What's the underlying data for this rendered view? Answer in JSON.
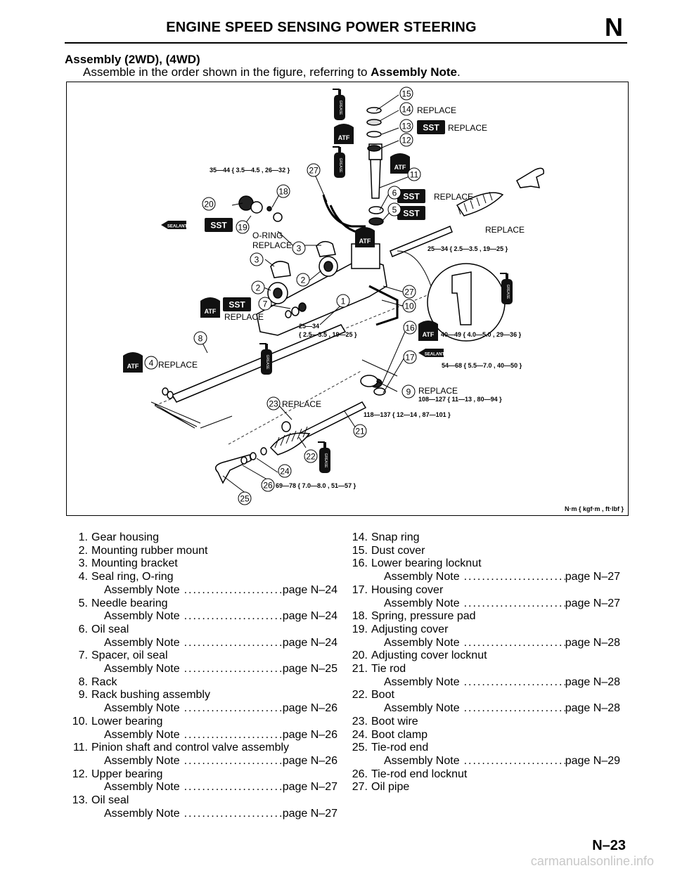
{
  "header": {
    "title": "ENGINE SPEED SENSING POWER STEERING",
    "letter": "N"
  },
  "section": {
    "title": "Assembly (2WD), (4WD)",
    "intro_prefix": "Assemble in the order shown in the figure, referring to ",
    "intro_bold": "Assembly Note",
    "intro_suffix": "."
  },
  "figure": {
    "unit_label": "N·m { kgf·m , ft·lbf }",
    "badges": {
      "sst": "SST",
      "atf": "ATF",
      "sealant": "SEALANT",
      "grease": "GREASE"
    },
    "words": {
      "replace": "REPLACE",
      "oring": "O-RING"
    },
    "callouts": [
      "1",
      "2",
      "3",
      "4",
      "5",
      "6",
      "7",
      "8",
      "9",
      "10",
      "11",
      "12",
      "13",
      "14",
      "15",
      "16",
      "17",
      "18",
      "19",
      "20",
      "21",
      "22",
      "23",
      "24",
      "25",
      "26",
      "27"
    ],
    "torques": {
      "t27": "35—44 { 3.5—4.5 , 26—32 }",
      "t_rack_upper": "25—34 { 2.5—3.5 , 19—25 }",
      "t_pipe_a": "25—34",
      "t_pipe_b": "{ 2.5—3.5 , 19—25 }",
      "t16": "40—49 { 4.0—5.0 , 29—36 }",
      "t17": "54—68 { 5.5—7.0 , 40—50 }",
      "t9": "108—127 { 11—13 , 80—94 }",
      "t21": "118—137 { 12—14 , 87—101 }",
      "t26": "69—78 { 7.0—8.0 , 51—57 }"
    }
  },
  "parts_left": [
    {
      "num": "1.",
      "name": "Gear housing"
    },
    {
      "num": "2.",
      "name": "Mounting rubber mount"
    },
    {
      "num": "3.",
      "name": "Mounting bracket"
    },
    {
      "num": "4.",
      "name": "Seal ring, O-ring",
      "note": "Assembly Note",
      "page": "page N–24"
    },
    {
      "num": "5.",
      "name": "Needle bearing",
      "note": "Assembly Note",
      "page": "page N–24"
    },
    {
      "num": "6.",
      "name": "Oil seal",
      "note": "Assembly Note",
      "page": "page N–24"
    },
    {
      "num": "7.",
      "name": "Spacer, oil seal",
      "note": "Assembly Note",
      "page": "page N–25"
    },
    {
      "num": "8.",
      "name": "Rack"
    },
    {
      "num": "9.",
      "name": "Rack bushing assembly",
      "note": "Assembly Note",
      "page": "page N–26"
    },
    {
      "num": "10.",
      "name": "Lower bearing",
      "note": "Assembly Note",
      "page": "page N–26"
    },
    {
      "num": "11.",
      "name": "Pinion shaft and control valve assembly",
      "note": "Assembly Note",
      "page": "page N–26"
    },
    {
      "num": "12.",
      "name": "Upper bearing",
      "note": "Assembly Note",
      "page": "page N–27"
    },
    {
      "num": "13.",
      "name": "Oil seal",
      "note": "Assembly Note",
      "page": "page N–27"
    }
  ],
  "parts_right": [
    {
      "num": "14.",
      "name": "Snap ring"
    },
    {
      "num": "15.",
      "name": "Dust cover"
    },
    {
      "num": "16.",
      "name": "Lower bearing locknut",
      "note": "Assembly Note",
      "page": "page N–27"
    },
    {
      "num": "17.",
      "name": "Housing cover",
      "note": "Assembly Note",
      "page": "page N–27"
    },
    {
      "num": "18.",
      "name": "Spring, pressure pad"
    },
    {
      "num": "19.",
      "name": "Adjusting cover",
      "note": "Assembly Note",
      "page": "page N–28"
    },
    {
      "num": "20.",
      "name": "Adjusting cover locknut"
    },
    {
      "num": "21.",
      "name": "Tie rod",
      "note": "Assembly Note",
      "page": "page N–28"
    },
    {
      "num": "22.",
      "name": "Boot",
      "note": "Assembly Note",
      "page": "page N–28"
    },
    {
      "num": "23.",
      "name": "Boot wire"
    },
    {
      "num": "24.",
      "name": "Boot clamp"
    },
    {
      "num": "25.",
      "name": "Tie-rod end",
      "note": "Assembly Note",
      "page": "page N–29"
    },
    {
      "num": "26.",
      "name": "Tie-rod end locknut"
    },
    {
      "num": "27.",
      "name": "Oil pipe"
    }
  ],
  "page_number": "N–23",
  "watermark": "carmanualsonline.info"
}
